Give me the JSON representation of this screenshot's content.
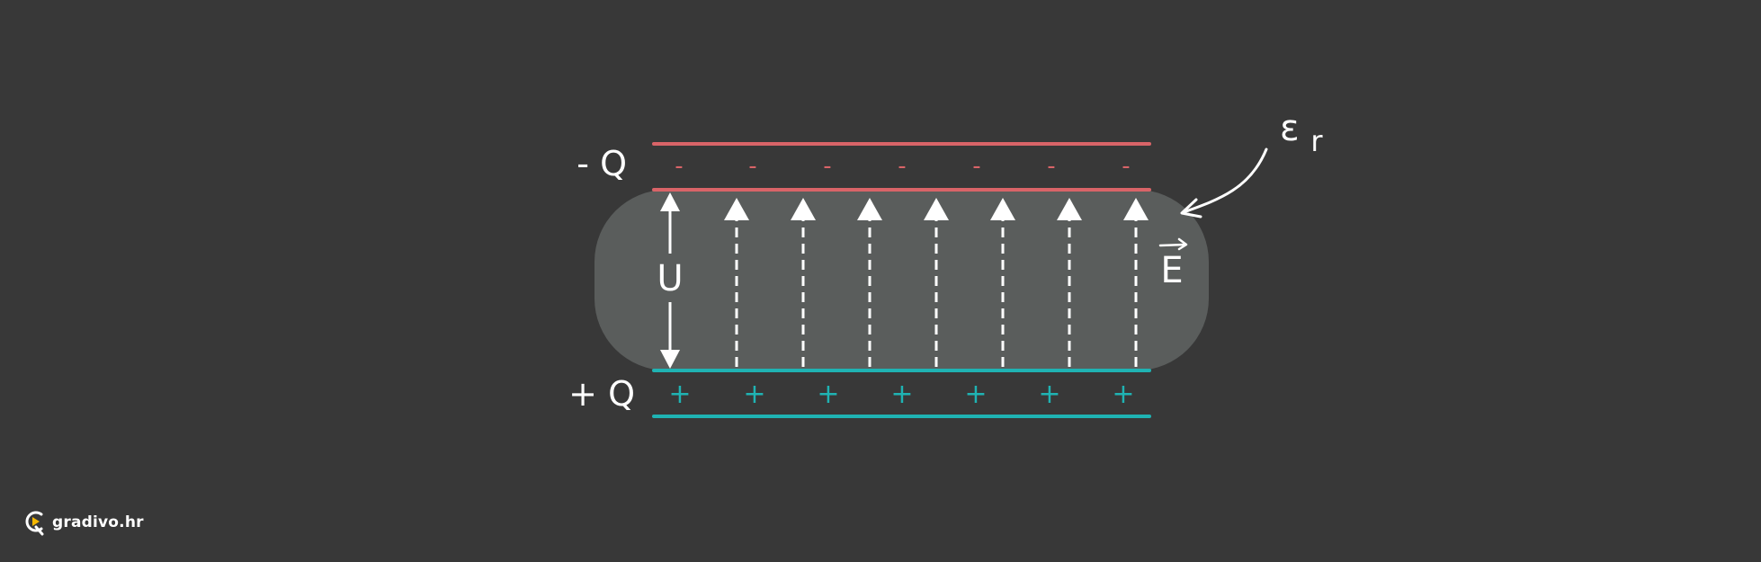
{
  "diagram": {
    "negative_charge_label": "- Q",
    "positive_charge_label": "+ Q",
    "voltage_label": "U",
    "field_label": "E",
    "permittivity_symbol": "ε",
    "permittivity_subscript": "r",
    "negative_sign": "-",
    "positive_sign": "+"
  },
  "colors": {
    "background": "#383838",
    "dielectric": "#5a5d5c",
    "negative_plate": "#d96468",
    "positive_plate": "#1fb3b3",
    "field_lines": "#ffffff",
    "logo_accent": "#f5b800"
  },
  "brand": {
    "name": "gradivo.hr"
  }
}
